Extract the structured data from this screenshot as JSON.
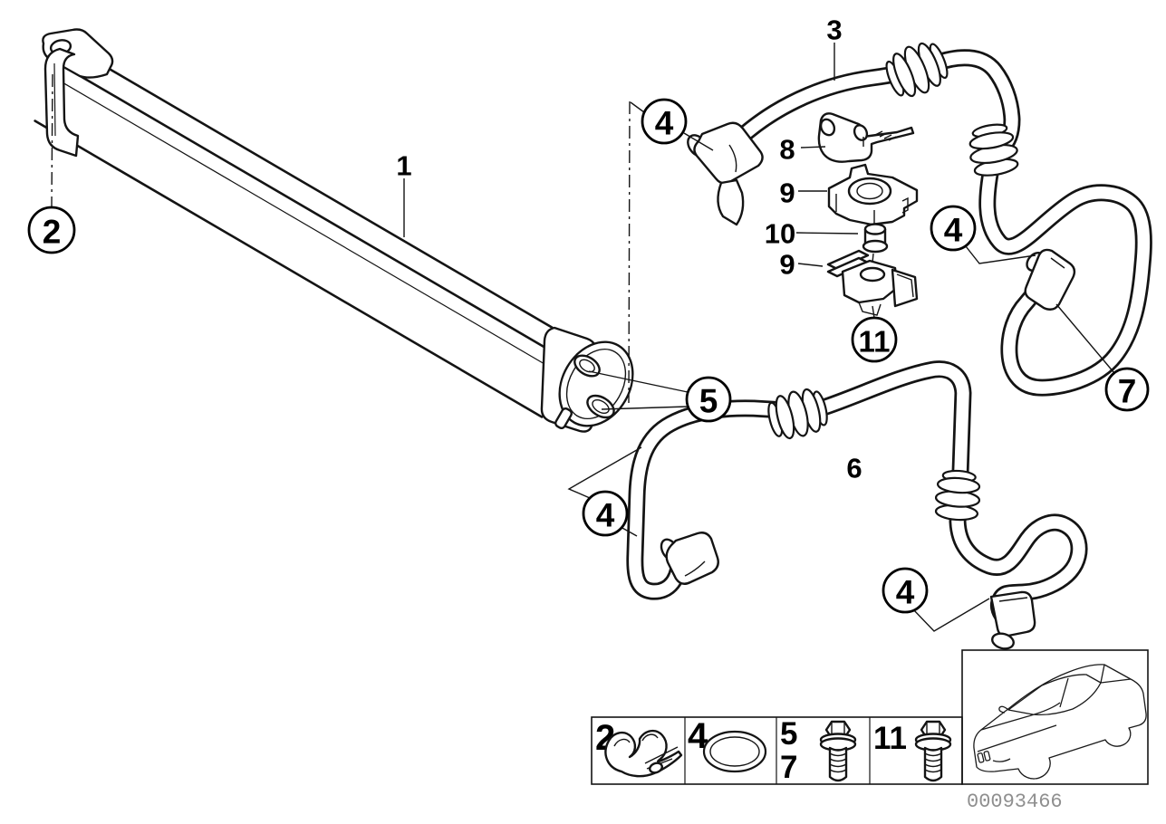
{
  "figure": {
    "type": "exploded-parts-diagram",
    "subject": "engine-oil-cooler-and-oil-cooling-lines",
    "background_color": "#ffffff",
    "line_color": "#141414",
    "muted_color": "#8f8f8f"
  },
  "callouts": {
    "circled": [
      {
        "label": "2"
      },
      {
        "label": "4"
      },
      {
        "label": "4"
      },
      {
        "label": "7"
      },
      {
        "label": "11"
      },
      {
        "label": "5"
      },
      {
        "label": "4"
      },
      {
        "label": "4"
      }
    ],
    "plain": [
      {
        "label": "1"
      },
      {
        "label": "3"
      },
      {
        "label": "8"
      },
      {
        "label": "9"
      },
      {
        "label": "10"
      },
      {
        "label": "9"
      },
      {
        "label": "6"
      }
    ]
  },
  "legend": {
    "cells": [
      {
        "labels": [
          "2"
        ],
        "icon": "hose-clamp-icon"
      },
      {
        "labels": [
          "4"
        ],
        "icon": "o-ring-icon"
      },
      {
        "labels": [
          "5",
          "7"
        ],
        "icon": "flange-bolt-icon"
      },
      {
        "labels": [
          "11"
        ],
        "icon": "flange-bolt-icon"
      }
    ]
  },
  "inset": {
    "icon": "car-silhouette-icon"
  },
  "footer": {
    "document_number": "00093466"
  }
}
